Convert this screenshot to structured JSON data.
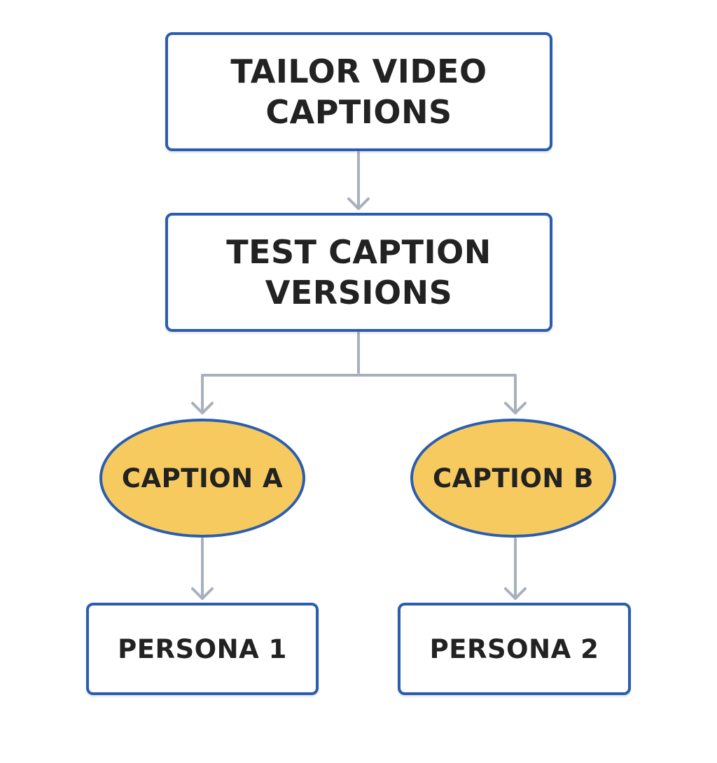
{
  "diagram": {
    "nodes": {
      "tailor": {
        "line1": "TAILOR VIDEO",
        "line2": "CAPTIONS"
      },
      "test": {
        "line1": "TEST CAPTION",
        "line2": "VERSIONS"
      },
      "caption_a": "CAPTION A",
      "caption_b": "CAPTION B",
      "persona_1": "PERSONA 1",
      "persona_2": "PERSONA 2"
    },
    "colors": {
      "box_border": "#2a5db0",
      "oval_fill": "#f6ca5f",
      "connector": "#a9b0bd",
      "text": "#222222"
    }
  }
}
